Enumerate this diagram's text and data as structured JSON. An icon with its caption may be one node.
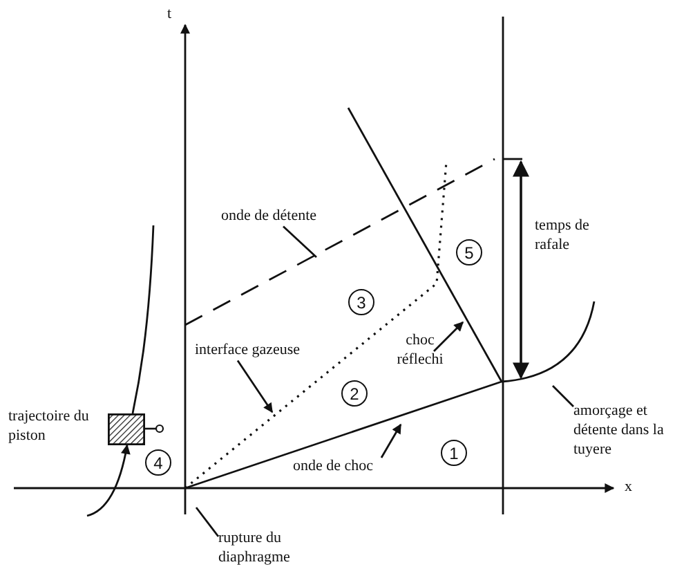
{
  "diagram": {
    "nodes": [
      {
        "text": [
          "onde de détente"
        ]
      },
      {
        "text": [
          "5"
        ]
      },
      {
        "text": [
          "3"
        ]
      },
      {
        "text": [
          "choc réflechi"
        ]
      },
      {
        "text": [
          "interface gazeuse"
        ]
      },
      {
        "text": [
          "2"
        ]
      },
      {
        "text": [],
        "shape": "box"
      },
      {
        "text": [
          "4"
        ]
      },
      {
        "text": [
          "onde de choc"
        ]
      },
      {
        "text": [
          "1"
        ]
      },
      {
        "text": [
          "amorçage et détente dans la tuyere"
        ]
      },
      {
        "text": [
          "rupture du diaphragme"
        ]
      }
    ],
    "edges": [
      {
        "from": 0,
        "to": null,
        "arrow": "none"
      },
      {
        "from": 3,
        "to": null,
        "arrow": "to"
      },
      {
        "from": 4,
        "to": null,
        "arrow": "to"
      },
      {
        "from": null,
        "to": 6,
        "arrow": "to"
      },
      {
        "from": 8,
        "to": null,
        "arrow": "to"
      },
      {
        "from": 10,
        "to": null,
        "arrow": "none"
      },
      {
        "from": 11,
        "to": null,
        "arrow": "none"
      }
    ],
    "labels": [
      "t",
      "temps de rafale",
      "trajectoire du piston",
      "x"
    ]
  }
}
